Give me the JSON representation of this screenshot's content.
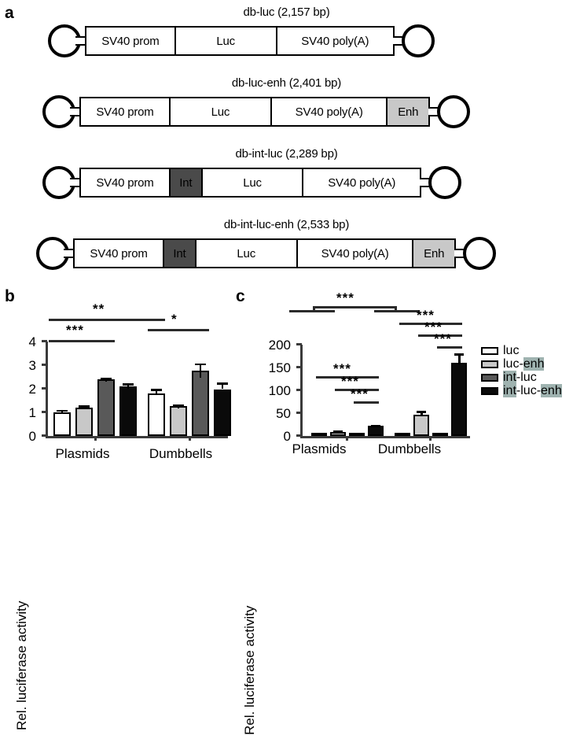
{
  "panels": {
    "a": {
      "letter": "a"
    },
    "b": {
      "letter": "b"
    },
    "c": {
      "letter": "c"
    }
  },
  "constructs": [
    {
      "title": "db-luc (2,157 bp)",
      "segments": [
        {
          "label": "SV40 prom",
          "fill": "white",
          "width": 115
        },
        {
          "label": "Luc",
          "fill": "white",
          "width": 130
        },
        {
          "label": "SV40 poly(A)",
          "fill": "white",
          "width": 149
        }
      ]
    },
    {
      "title": "db-luc-enh (2,401 bp)",
      "segments": [
        {
          "label": "SV40 prom",
          "fill": "white",
          "width": 115
        },
        {
          "label": "Luc",
          "fill": "white",
          "width": 130
        },
        {
          "label": "SV40 poly(A)",
          "fill": "white",
          "width": 149
        },
        {
          "label": "Enh",
          "fill": "lightgray",
          "width": 52
        }
      ]
    },
    {
      "title": "db-int-luc (2,289 bp)",
      "segments": [
        {
          "label": "SV40 prom",
          "fill": "white",
          "width": 115
        },
        {
          "label": "Int",
          "fill": "darkgray",
          "width": 41
        },
        {
          "label": "Luc",
          "fill": "white",
          "width": 130
        },
        {
          "label": "SV40 poly(A)",
          "fill": "white",
          "width": 149
        }
      ]
    },
    {
      "title": "db-int-luc-enh (2,533 bp)",
      "segments": [
        {
          "label": "SV40 prom",
          "fill": "white",
          "width": 115
        },
        {
          "label": "Int",
          "fill": "darkgray",
          "width": 41
        },
        {
          "label": "Luc",
          "fill": "white",
          "width": 130
        },
        {
          "label": "SV40 poly(A)",
          "fill": "white",
          "width": 149
        },
        {
          "label": "Enh",
          "fill": "lightgray",
          "width": 52
        }
      ]
    }
  ],
  "colors": {
    "luc": "#ffffff",
    "luc_enh": "#c8c8c8",
    "int_luc": "#595959",
    "int_luc_enh": "#0a0a0a",
    "axis": "#3a3a3a",
    "sig": "#2b2b2b",
    "highlight": "#9fb3b0"
  },
  "legend": {
    "position": "right",
    "items": [
      {
        "label": "luc",
        "fill": "white",
        "pre": "luc",
        "hl": "",
        "post": ""
      },
      {
        "label": "luc-enh",
        "fill": "lightgray",
        "pre": "luc-",
        "hl": "enh",
        "post": ""
      },
      {
        "label": "int-luc",
        "fill": "darkgray",
        "pre": "",
        "hl": "int",
        "post": "-luc"
      },
      {
        "label": "int-luc-enh",
        "fill": "black",
        "pre": "",
        "hl": "int",
        "post": "-luc-",
        "hl2": "enh"
      }
    ]
  },
  "chart_data": [
    {
      "id": "panel_b",
      "type": "bar",
      "title": "",
      "xlabel": "",
      "ylabel": "Rel. luciferase activity",
      "ylim": [
        0,
        4
      ],
      "yticks": [
        0,
        1,
        2,
        3,
        4
      ],
      "ytick_labels": [
        "0",
        "1",
        "2",
        "3",
        "4"
      ],
      "categories": [
        "Plasmids",
        "Dumbbells"
      ],
      "grid": false,
      "legend_shared": true,
      "series": [
        {
          "name": "luc",
          "fill": "white",
          "values": [
            1.0,
            1.8
          ],
          "errors": [
            0.05,
            0.1
          ]
        },
        {
          "name": "luc-enh",
          "fill": "lightgray",
          "values": [
            1.19,
            1.27
          ],
          "errors": [
            0.03,
            0.08
          ]
        },
        {
          "name": "int-luc",
          "fill": "darkgray",
          "values": [
            2.41,
            2.77
          ],
          "errors": [
            0.05,
            0.3
          ]
        },
        {
          "name": "int-luc-enh",
          "fill": "black",
          "values": [
            2.1,
            1.98
          ],
          "errors": [
            0.12,
            0.14
          ]
        }
      ],
      "annotations": [
        {
          "stars": "**",
          "from": "Plasmids.luc",
          "to": "Dumbbells.luc"
        },
        {
          "stars": "***",
          "from": "Plasmids.luc",
          "to": "Plasmids.int-luc"
        },
        {
          "stars": "*",
          "from": "Dumbbells.luc",
          "to": "Dumbbells.int-luc"
        }
      ]
    },
    {
      "id": "panel_c",
      "type": "bar",
      "title": "",
      "xlabel": "",
      "ylabel": "Rel. luciferase activity",
      "ylim": [
        0,
        200
      ],
      "yticks": [
        0,
        50,
        100,
        150,
        200
      ],
      "ytick_labels": [
        "0",
        "50",
        "100",
        "150",
        "200"
      ],
      "categories": [
        "Plasmids",
        "Dumbbells"
      ],
      "grid": false,
      "legend_shared": true,
      "series": [
        {
          "name": "luc",
          "fill": "white",
          "values": [
            1.0,
            2.5
          ],
          "errors": [
            0.5,
            1.0
          ]
        },
        {
          "name": "luc-enh",
          "fill": "lightgray",
          "values": [
            8.0,
            46.0
          ],
          "errors": [
            1.5,
            4.5
          ]
        },
        {
          "name": "int-luc",
          "fill": "darkgray",
          "values": [
            1.2,
            5.5
          ],
          "errors": [
            0.5,
            1.0
          ]
        },
        {
          "name": "int-luc-enh",
          "fill": "black",
          "values": [
            22.0,
            160.0
          ],
          "errors": [
            2.5,
            21.0
          ]
        }
      ],
      "annotations": [
        {
          "stars": "***",
          "from": "Plasmids.group",
          "to": "Dumbbells.group"
        },
        {
          "stars": "***",
          "from": "Plasmids.luc",
          "to": "Plasmids.int-luc-enh"
        },
        {
          "stars": "***",
          "from": "Plasmids.luc-enh",
          "to": "Plasmids.int-luc-enh"
        },
        {
          "stars": "***",
          "from": "Plasmids.int-luc",
          "to": "Plasmids.int-luc-enh"
        },
        {
          "stars": "***",
          "from": "Dumbbells.luc",
          "to": "Dumbbells.int-luc-enh"
        },
        {
          "stars": "***",
          "from": "Dumbbells.luc-enh",
          "to": "Dumbbells.int-luc-enh"
        },
        {
          "stars": "***",
          "from": "Dumbbells.int-luc",
          "to": "Dumbbells.int-luc-enh"
        }
      ]
    }
  ],
  "sig_labels": {
    "b_1": "**",
    "b_2": "***",
    "b_3": "*",
    "c_top": "***",
    "c_p1": "***",
    "c_p2": "***",
    "c_p3": "***",
    "c_d1": "***",
    "c_d2": "***",
    "c_d3": "***"
  },
  "axis_text": {
    "b_ylabel": "Rel. luciferase activity",
    "c_ylabel": "Rel. luciferase activity",
    "b_y0": "0",
    "b_y1": "1",
    "b_y2": "2",
    "b_y3": "3",
    "b_y4": "4",
    "c_y0": "0",
    "c_y1": "50",
    "c_y2": "100",
    "c_y3": "150",
    "c_y4": "200",
    "b_x1": "Plasmids",
    "b_x2": "Dumbbells",
    "c_x1": "Plasmids",
    "c_x2": "Dumbbells"
  }
}
